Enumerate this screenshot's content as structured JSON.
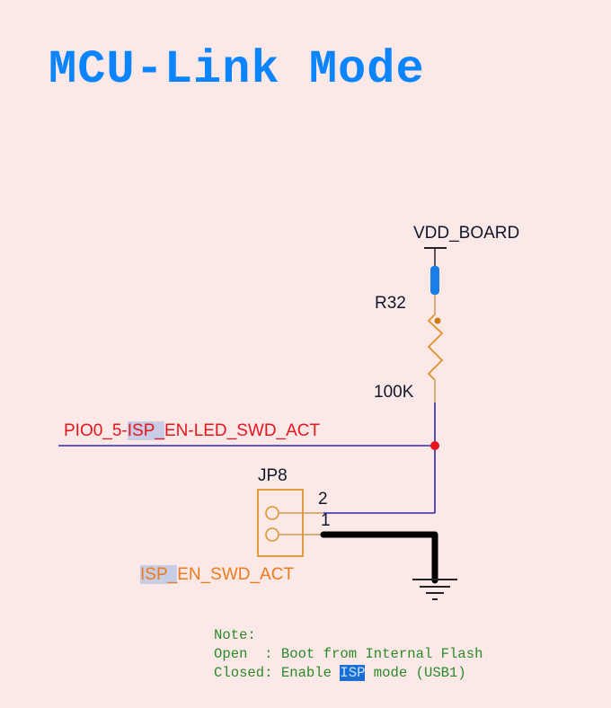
{
  "title": "MCU-Link Mode",
  "schematic": {
    "power_net": "VDD_BOARD",
    "resistor": {
      "ref": "R32",
      "value": "100K"
    },
    "net_label": {
      "prefix": "PIO0_5-",
      "highlight": "ISP_",
      "suffix": "EN-LED_SWD_ACT"
    },
    "jumper": {
      "ref": "JP8",
      "pin2": "2",
      "pin1": "1",
      "label_highlight": "ISP_",
      "label_suffix": "EN_SWD_ACT"
    },
    "colors": {
      "background": "#fde8e8",
      "title": "#0a84ff",
      "wire": "#2b2bb0",
      "junction": "#e8141c",
      "component": "#d99a3a",
      "ground_wire": "#000000",
      "power_bead": "#1a7fe8"
    }
  },
  "note": {
    "heading": "Note:",
    "open_line": "Open  : Boot from Internal Flash",
    "closed_prefix": "Closed: Enable ",
    "closed_highlight": "ISP",
    "closed_suffix": " mode (USB1)"
  }
}
